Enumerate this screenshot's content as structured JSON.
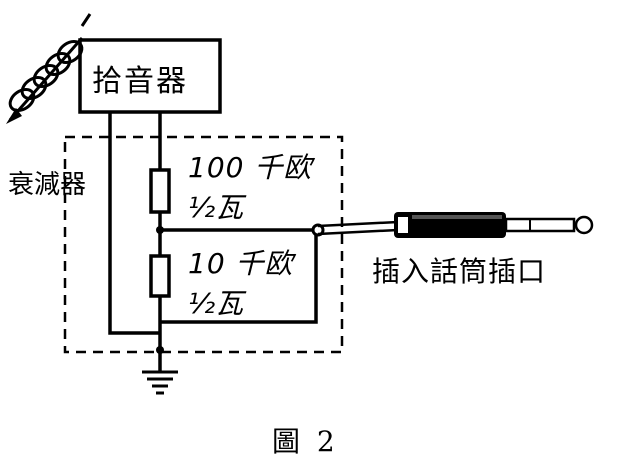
{
  "labels": {
    "pickup": "拾音器",
    "resistor_top_value": "100 千欧",
    "resistor_top_power": "½瓦",
    "resistor_bottom_value": "10 千欧",
    "resistor_bottom_power": "½瓦",
    "attenuator": "衰減器",
    "jack": "插入話筒插口",
    "caption": "圖 2"
  },
  "components": [
    "pickup-coil",
    "resistor-100k",
    "resistor-10k",
    "attenuator-box",
    "phone-plug",
    "ground"
  ],
  "colors": {
    "ink": "#000000",
    "paper": "#ffffff"
  }
}
